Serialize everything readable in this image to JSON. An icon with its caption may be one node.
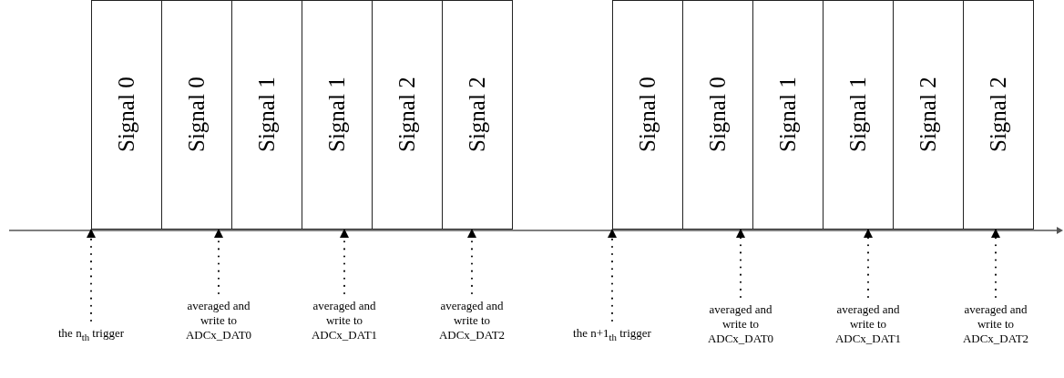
{
  "diagram": {
    "nodes": [
      {
        "text": [
          "Signal 0"
        ]
      },
      {
        "text": [
          "Signal 0"
        ]
      },
      {
        "text": [
          "Signal 1"
        ]
      },
      {
        "text": [
          "Signal 1"
        ]
      },
      {
        "text": [
          "Signal 2"
        ]
      },
      {
        "text": [
          "Signal 2"
        ]
      },
      {
        "text": [
          "Signal 0"
        ]
      },
      {
        "text": [
          "Signal 0"
        ]
      },
      {
        "text": [
          "Signal 1"
        ]
      },
      {
        "text": [
          "Signal 1"
        ]
      },
      {
        "text": [
          "Signal 2"
        ]
      },
      {
        "text": [
          "Signal 2"
        ]
      },
      {
        "text": [
          "the n$_{th}$ trigger"
        ]
      },
      {
        "text": [
          "averaged and write to ADCx_DAT0"
        ]
      },
      {
        "text": [
          "averaged and write to ADCx_DAT1"
        ]
      },
      {
        "text": [
          "averaged and write to ADCx_DAT2"
        ]
      },
      {
        "text": [
          "the n+1$_{th}$ trigger"
        ]
      },
      {
        "text": [
          "averaged and write to ADCx_DAT0"
        ]
      },
      {
        "text": [
          "averaged and write to ADCx_DAT1"
        ]
      },
      {
        "text": [
          "averaged and write to ADCx_DAT2"
        ]
      }
    ],
    "edges": [
      {
        "from": 12,
        "to": 0,
        "arrow": "to",
        "style": "dashed"
      },
      {
        "from": 13,
        "to": 1,
        "arrow": "to",
        "style": "dashed"
      },
      {
        "from": 14,
        "to": 3,
        "arrow": "to",
        "style": "dashed"
      },
      {
        "from": 15,
        "to": 5,
        "arrow": "to",
        "style": "dashed"
      },
      {
        "from": 16,
        "to": 6,
        "arrow": "to",
        "style": "dashed"
      },
      {
        "from": 17,
        "to": 7,
        "arrow": "to",
        "style": "dashed"
      },
      {
        "from": 18,
        "to": 9,
        "arrow": "to",
        "style": "dashed"
      },
      {
        "from": 19,
        "to": 11,
        "arrow": "to",
        "style": "dashed"
      }
    ]
  }
}
